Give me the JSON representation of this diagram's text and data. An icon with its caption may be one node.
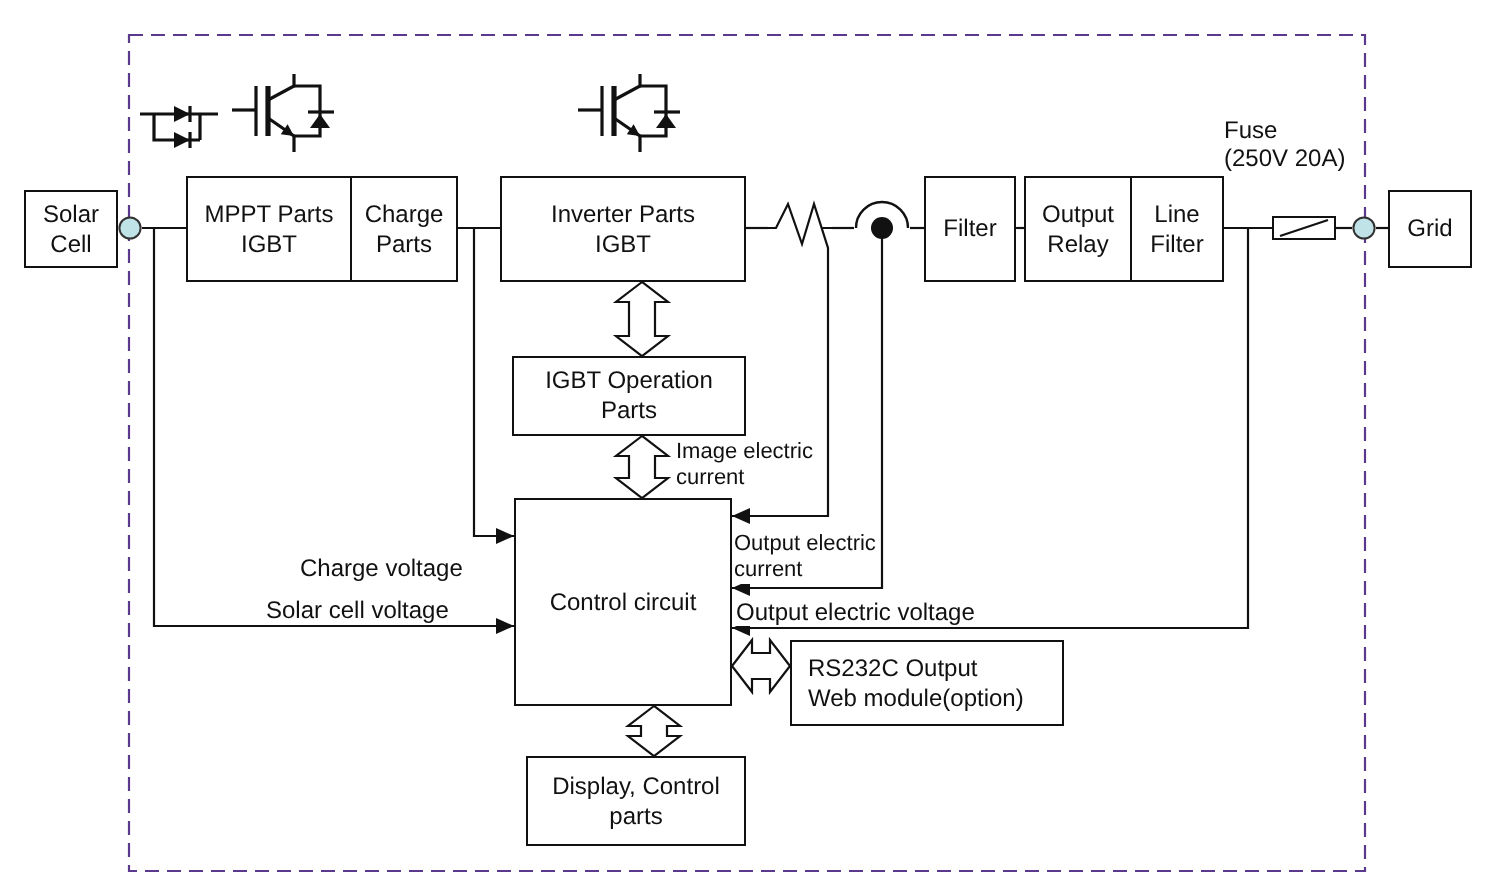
{
  "diagram": {
    "nodes": [
      {
        "text": [
          "Solar Cell"
        ]
      },
      {
        "text": [],
        "shape": "circle"
      },
      {
        "text": [
          "MPPT Parts IGBT"
        ]
      },
      {
        "text": [
          "Charge Parts"
        ]
      },
      {
        "text": [
          "Inverter Parts IGBT"
        ]
      },
      {
        "text": [],
        "shape": "zigzag"
      },
      {
        "text": [],
        "shape": "dot"
      },
      {
        "text": [
          "Filter"
        ]
      },
      {
        "text": [
          "Output Relay"
        ]
      },
      {
        "text": [
          "Line Filter"
        ]
      },
      {
        "text": [
          "Fuse",
          "(250V 20A)"
        ]
      },
      {
        "text": [],
        "shape": "circle"
      },
      {
        "text": [
          "Grid"
        ]
      },
      {
        "text": [
          "IGBT Operation Parts"
        ]
      },
      {
        "text": [
          "Control circuit"
        ]
      },
      {
        "text": [
          "RS232C Output Web module(option)"
        ]
      },
      {
        "text": [
          "Display, Control parts"
        ]
      }
    ],
    "edges": [
      {
        "from": 1,
        "to": 2,
        "arrow": "none"
      },
      {
        "from": 3,
        "to": 4,
        "arrow": "none"
      },
      {
        "from": 4,
        "to": 5,
        "arrow": "none"
      },
      {
        "from": 5,
        "to": 6,
        "arrow": "none"
      },
      {
        "from": 6,
        "to": 7,
        "arrow": "none"
      },
      {
        "from": 7,
        "to": 8,
        "arrow": "none"
      },
      {
        "from": 9,
        "to": 10,
        "arrow": "none"
      },
      {
        "from": 10,
        "to": 11,
        "arrow": "none"
      },
      {
        "from": 11,
        "to": 12,
        "arrow": "none"
      },
      {
        "from": 4,
        "to": 13,
        "arrow": "both",
        "style": "thick"
      },
      {
        "from": 13,
        "to": 14,
        "arrow": "both",
        "style": "thick"
      },
      {
        "from": 5,
        "to": 14,
        "arrow": "to",
        "label": "Image electric current"
      },
      {
        "from": 6,
        "to": 14,
        "arrow": "to",
        "label": "Output electric current"
      },
      {
        "from": 9,
        "to": 14,
        "arrow": "to",
        "label": "Output electric voltage"
      },
      {
        "from": 3,
        "to": 14,
        "arrow": "to",
        "label": "Charge voltage"
      },
      {
        "from": 1,
        "to": 14,
        "arrow": "to",
        "label": "Solar cell voltage"
      },
      {
        "from": 14,
        "to": 15,
        "arrow": "both",
        "style": "thick"
      },
      {
        "from": 14,
        "to": 16,
        "arrow": "both",
        "style": "thick"
      }
    ]
  }
}
